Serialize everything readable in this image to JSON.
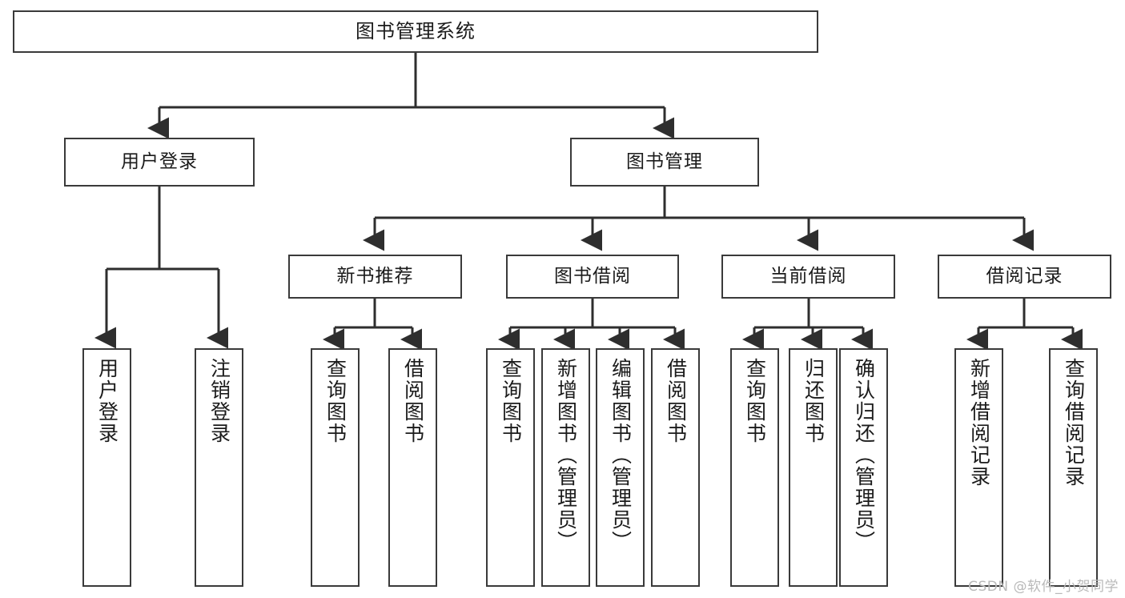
{
  "diagram": {
    "type": "tree",
    "title": "图书管理系统",
    "root": {
      "id": "root",
      "label": "图书管理系统"
    },
    "level1": [
      {
        "id": "user-login",
        "label": "用户登录"
      },
      {
        "id": "book-management",
        "label": "图书管理"
      }
    ],
    "level2": [
      {
        "id": "new-book-recommend",
        "label": "新书推荐",
        "parent": "book-management"
      },
      {
        "id": "book-borrow",
        "label": "图书借阅",
        "parent": "book-management"
      },
      {
        "id": "current-borrow",
        "label": "当前借阅",
        "parent": "book-management"
      },
      {
        "id": "borrow-record",
        "label": "借阅记录",
        "parent": "book-management"
      }
    ],
    "leaves": {
      "user_login": [
        {
          "id": "leaf-user-login",
          "label": "用户登录"
        },
        {
          "id": "leaf-logout-login",
          "label": "注销登录"
        }
      ],
      "new_book_recommend": [
        {
          "id": "leaf-query-book-1",
          "label": "查询图书"
        },
        {
          "id": "leaf-borrow-book-1",
          "label": "借阅图书"
        }
      ],
      "book_borrow": [
        {
          "id": "leaf-query-book-2",
          "label": "查询图书"
        },
        {
          "id": "leaf-add-book",
          "label": "新增图书（管理员）"
        },
        {
          "id": "leaf-edit-book",
          "label": "编辑图书（管理员）"
        },
        {
          "id": "leaf-borrow-book-2",
          "label": "借阅图书"
        }
      ],
      "current_borrow": [
        {
          "id": "leaf-query-book-3",
          "label": "查询图书"
        },
        {
          "id": "leaf-return-book",
          "label": "归还图书"
        },
        {
          "id": "leaf-confirm-return",
          "label": "确认归还（管理员）"
        }
      ],
      "borrow_record": [
        {
          "id": "leaf-add-record",
          "label": "新增借阅记录"
        },
        {
          "id": "leaf-query-record",
          "label": "查询借阅记录"
        }
      ]
    },
    "colors": {
      "border": "#3a3a3a",
      "text": "#1b1b1b",
      "background": "#ffffff",
      "connector": "#2e2e2e",
      "watermark": "#b9b9b9"
    }
  },
  "watermark": {
    "text": "CSDN @软件_小贺同学"
  }
}
